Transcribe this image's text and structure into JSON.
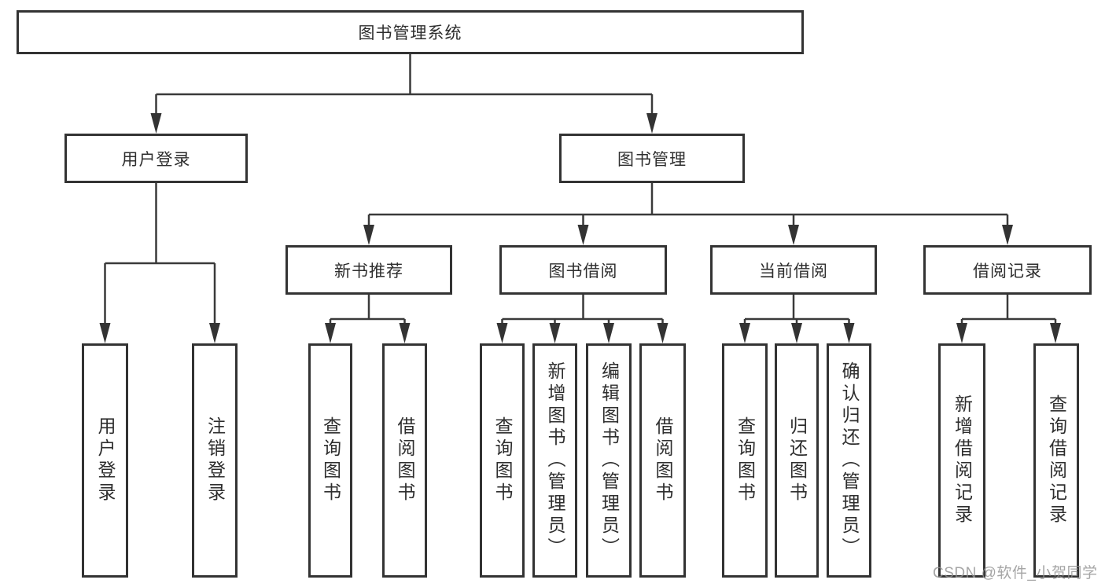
{
  "diagram": {
    "tree": {
      "label": "图书管理系统",
      "children": [
        {
          "label": "用户登录",
          "children": [
            {
              "label": "用户登录"
            },
            {
              "label": "注销登录"
            }
          ]
        },
        {
          "label": "图书管理",
          "children": [
            {
              "label": "新书推荐",
              "children": [
                {
                  "label": "查询图书"
                },
                {
                  "label": "借阅图书"
                }
              ]
            },
            {
              "label": "图书借阅",
              "children": [
                {
                  "label": "查询图书"
                },
                {
                  "label": "新增图书（管理员）"
                },
                {
                  "label": "编辑图书（管理员）"
                },
                {
                  "label": "借阅图书"
                }
              ]
            },
            {
              "label": "当前借阅",
              "children": [
                {
                  "label": "查询图书"
                },
                {
                  "label": "归还图书"
                },
                {
                  "label": "确认归还（管理员）"
                }
              ]
            },
            {
              "label": "借阅记录",
              "children": [
                {
                  "label": "新增借阅记录"
                },
                {
                  "label": "查询借阅记录"
                }
              ]
            }
          ]
        }
      ]
    },
    "colors": {
      "box_border": "#333333",
      "connector_line": "#3a3a3a",
      "text": "#2e2e2e",
      "background": "#ffffff",
      "watermark": "#919191"
    }
  },
  "watermark": {
    "text": "CSDN @软件_小贺同学"
  }
}
